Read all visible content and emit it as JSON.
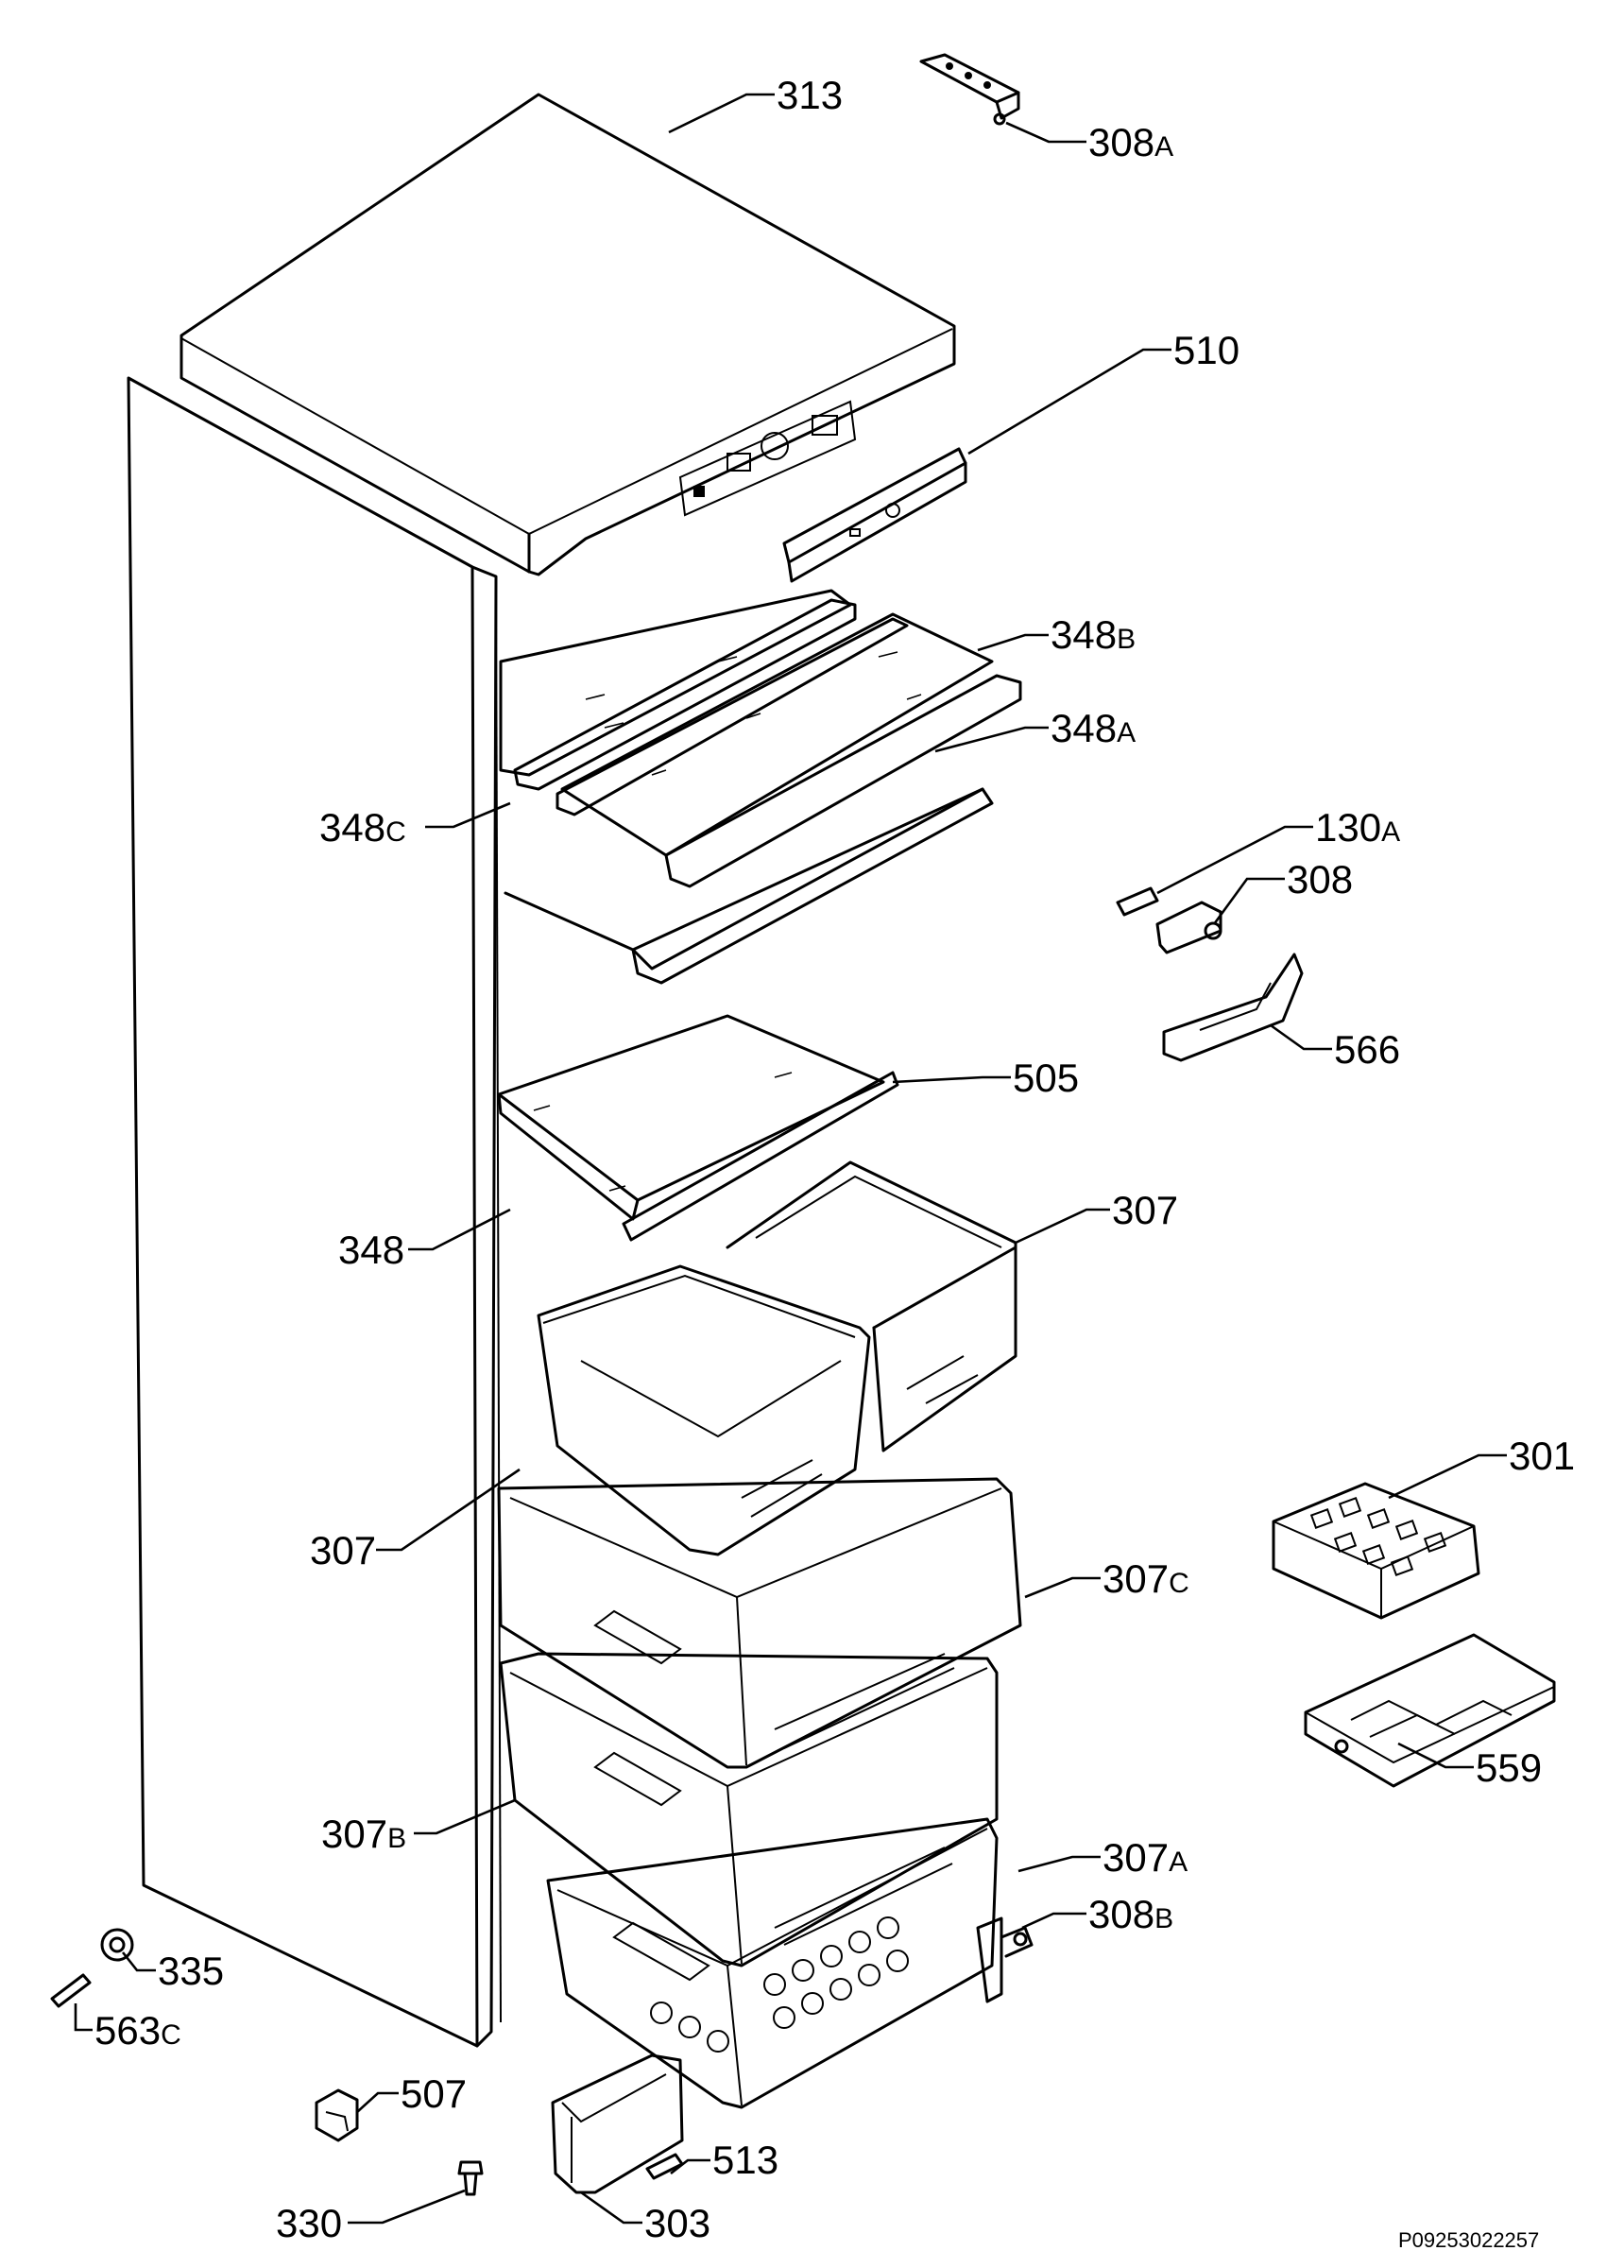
{
  "diagram": {
    "reference_code": "P09253022257",
    "labels": [
      {
        "id": "313",
        "num": "313",
        "suffix": ""
      },
      {
        "id": "308A",
        "num": "308",
        "suffix": "A"
      },
      {
        "id": "510",
        "num": "510",
        "suffix": ""
      },
      {
        "id": "348B",
        "num": "348",
        "suffix": "B"
      },
      {
        "id": "348A",
        "num": "348",
        "suffix": "A"
      },
      {
        "id": "348C",
        "num": "348",
        "suffix": "C"
      },
      {
        "id": "130A",
        "num": "130",
        "suffix": "A"
      },
      {
        "id": "308",
        "num": "308",
        "suffix": ""
      },
      {
        "id": "566",
        "num": "566",
        "suffix": ""
      },
      {
        "id": "505",
        "num": "505",
        "suffix": ""
      },
      {
        "id": "307-right",
        "num": "307",
        "suffix": ""
      },
      {
        "id": "348",
        "num": "348",
        "suffix": ""
      },
      {
        "id": "301",
        "num": "301",
        "suffix": ""
      },
      {
        "id": "307-left",
        "num": "307",
        "suffix": ""
      },
      {
        "id": "307C",
        "num": "307",
        "suffix": "C"
      },
      {
        "id": "559",
        "num": "559",
        "suffix": ""
      },
      {
        "id": "307B",
        "num": "307",
        "suffix": "B"
      },
      {
        "id": "307A",
        "num": "307",
        "suffix": "A"
      },
      {
        "id": "308B",
        "num": "308",
        "suffix": "B"
      },
      {
        "id": "335",
        "num": "335",
        "suffix": ""
      },
      {
        "id": "563C",
        "num": "563",
        "suffix": "C"
      },
      {
        "id": "507",
        "num": "507",
        "suffix": ""
      },
      {
        "id": "513",
        "num": "513",
        "suffix": ""
      },
      {
        "id": "330",
        "num": "330",
        "suffix": ""
      },
      {
        "id": "303",
        "num": "303",
        "suffix": ""
      }
    ]
  }
}
